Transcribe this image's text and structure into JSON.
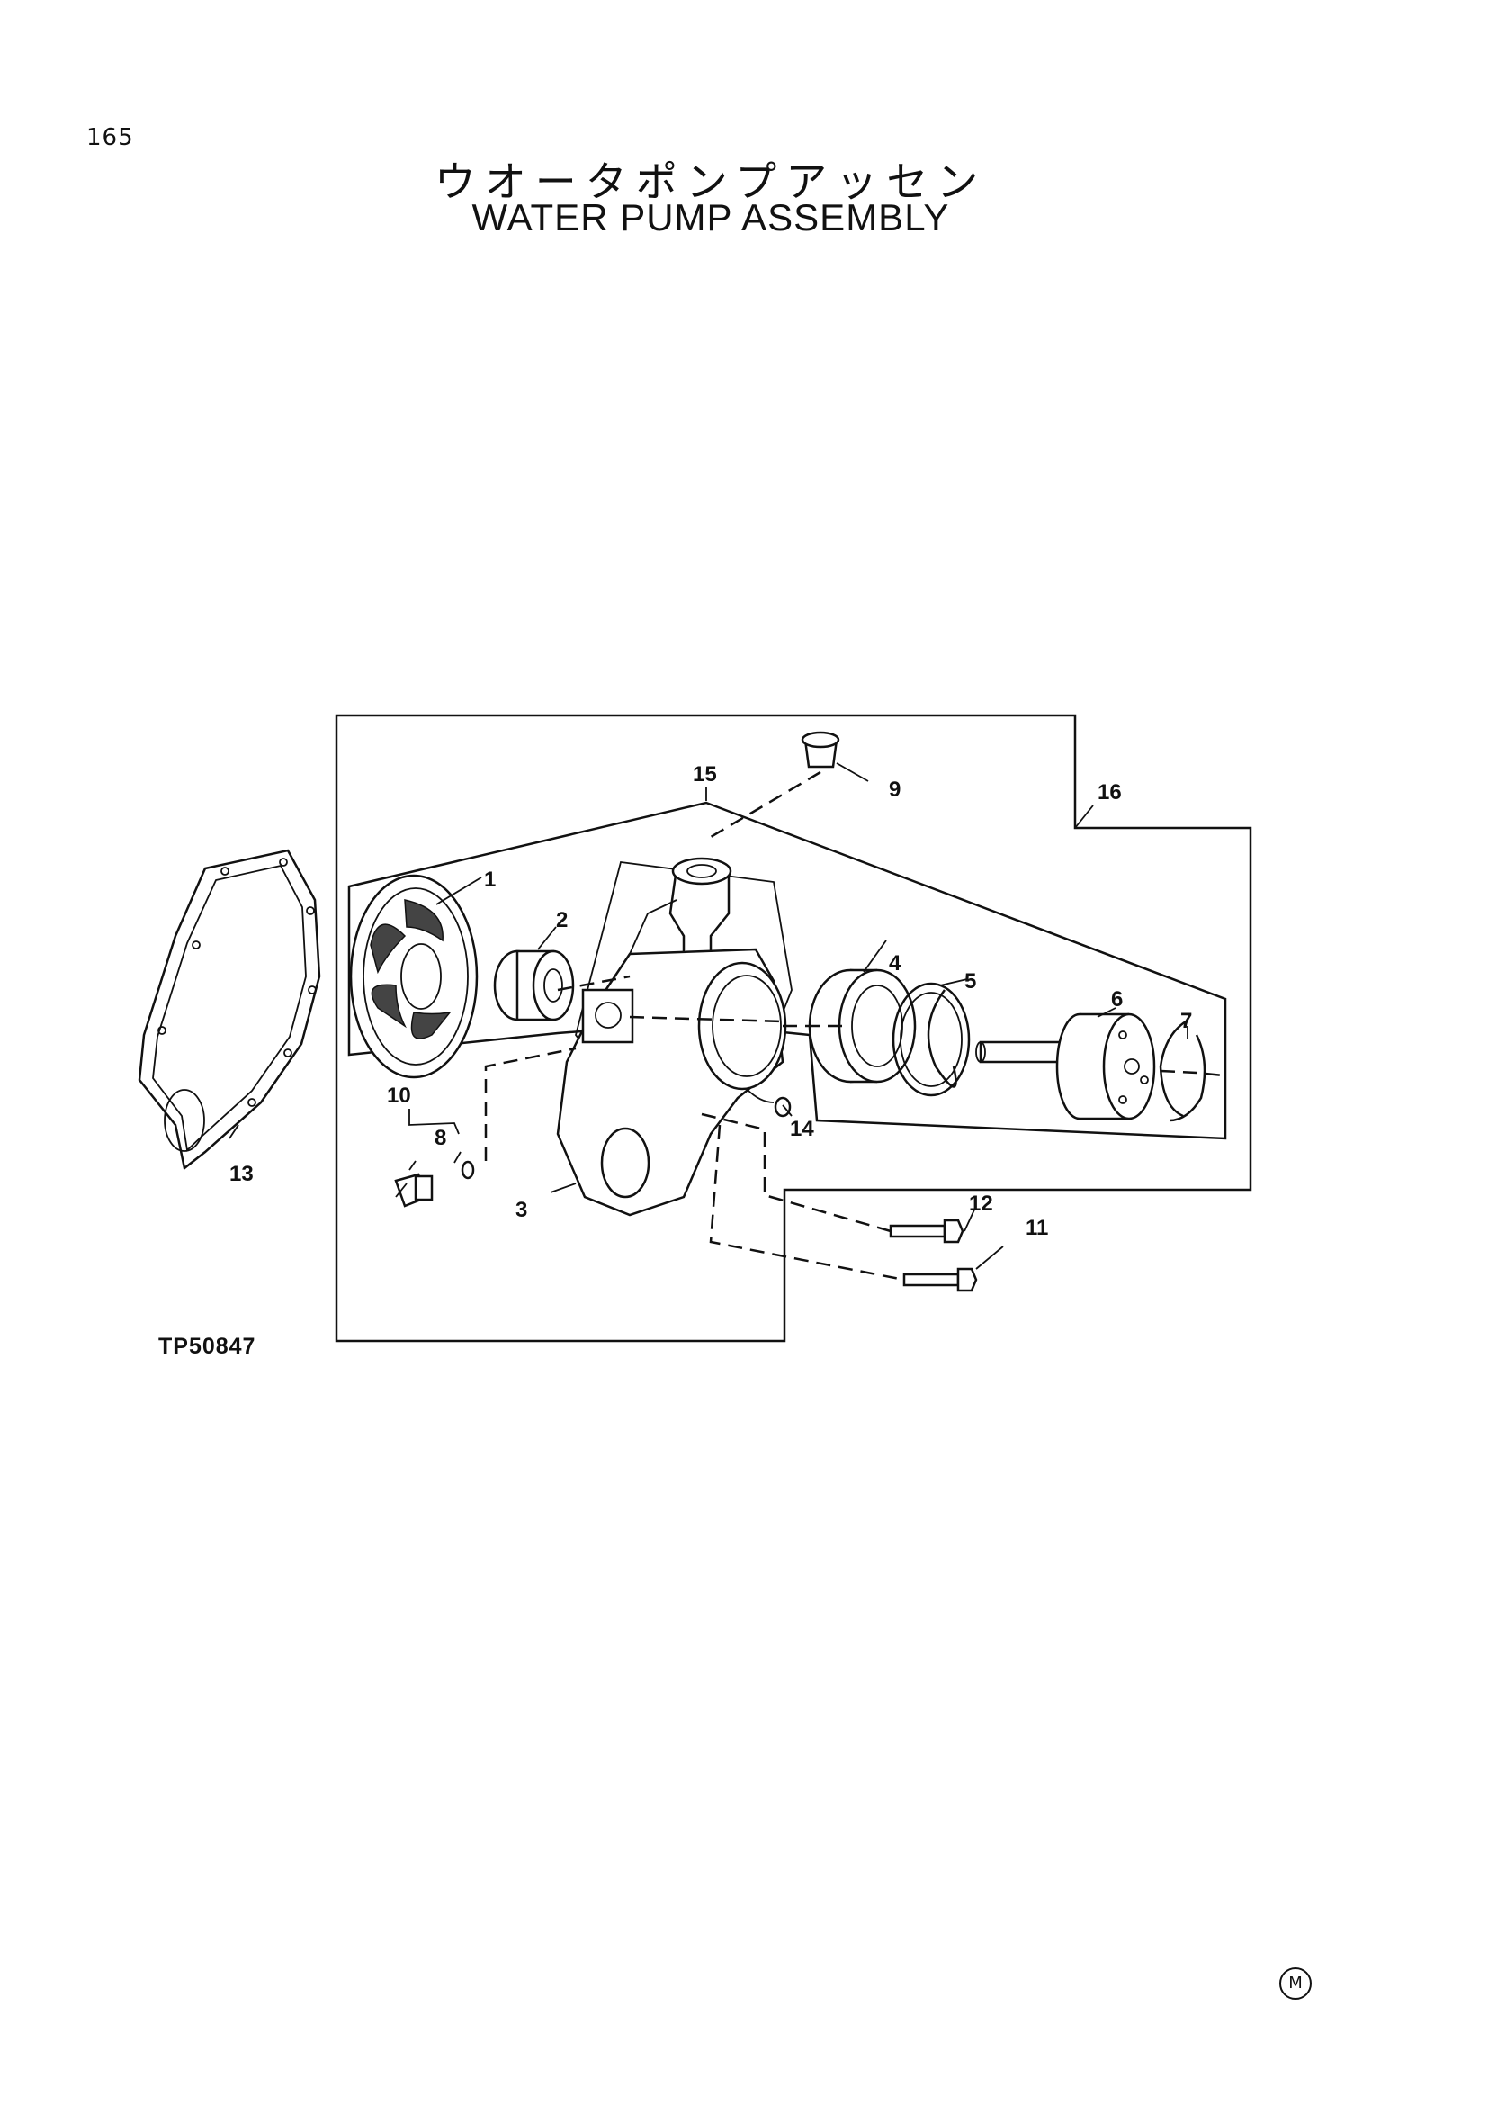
{
  "page": {
    "number": "165",
    "mark": "M"
  },
  "title": {
    "japanese": "ウオータポンプアッセン",
    "english": "WATER PUMP ASSEMBLY"
  },
  "figure": {
    "id": "TP50847"
  },
  "parts": [
    {
      "key": "impeller",
      "label": "1"
    },
    {
      "key": "seal",
      "label": "2"
    },
    {
      "key": "housing",
      "label": "3"
    },
    {
      "key": "bearing-seal",
      "label": "4"
    },
    {
      "key": "snap-ring",
      "label": "5"
    },
    {
      "key": "shaft-bearing",
      "label": "6"
    },
    {
      "key": "retaining-ring",
      "label": "7"
    },
    {
      "key": "o-ring",
      "label": "8"
    },
    {
      "key": "cap",
      "label": "9"
    },
    {
      "key": "plug",
      "label": "10"
    },
    {
      "key": "bolt-long",
      "label": "11"
    },
    {
      "key": "bolt-short",
      "label": "12"
    },
    {
      "key": "gasket",
      "label": "13"
    },
    {
      "key": "fitting",
      "label": "14"
    },
    {
      "key": "kit",
      "label": "15"
    },
    {
      "key": "assembly",
      "label": "16"
    }
  ]
}
